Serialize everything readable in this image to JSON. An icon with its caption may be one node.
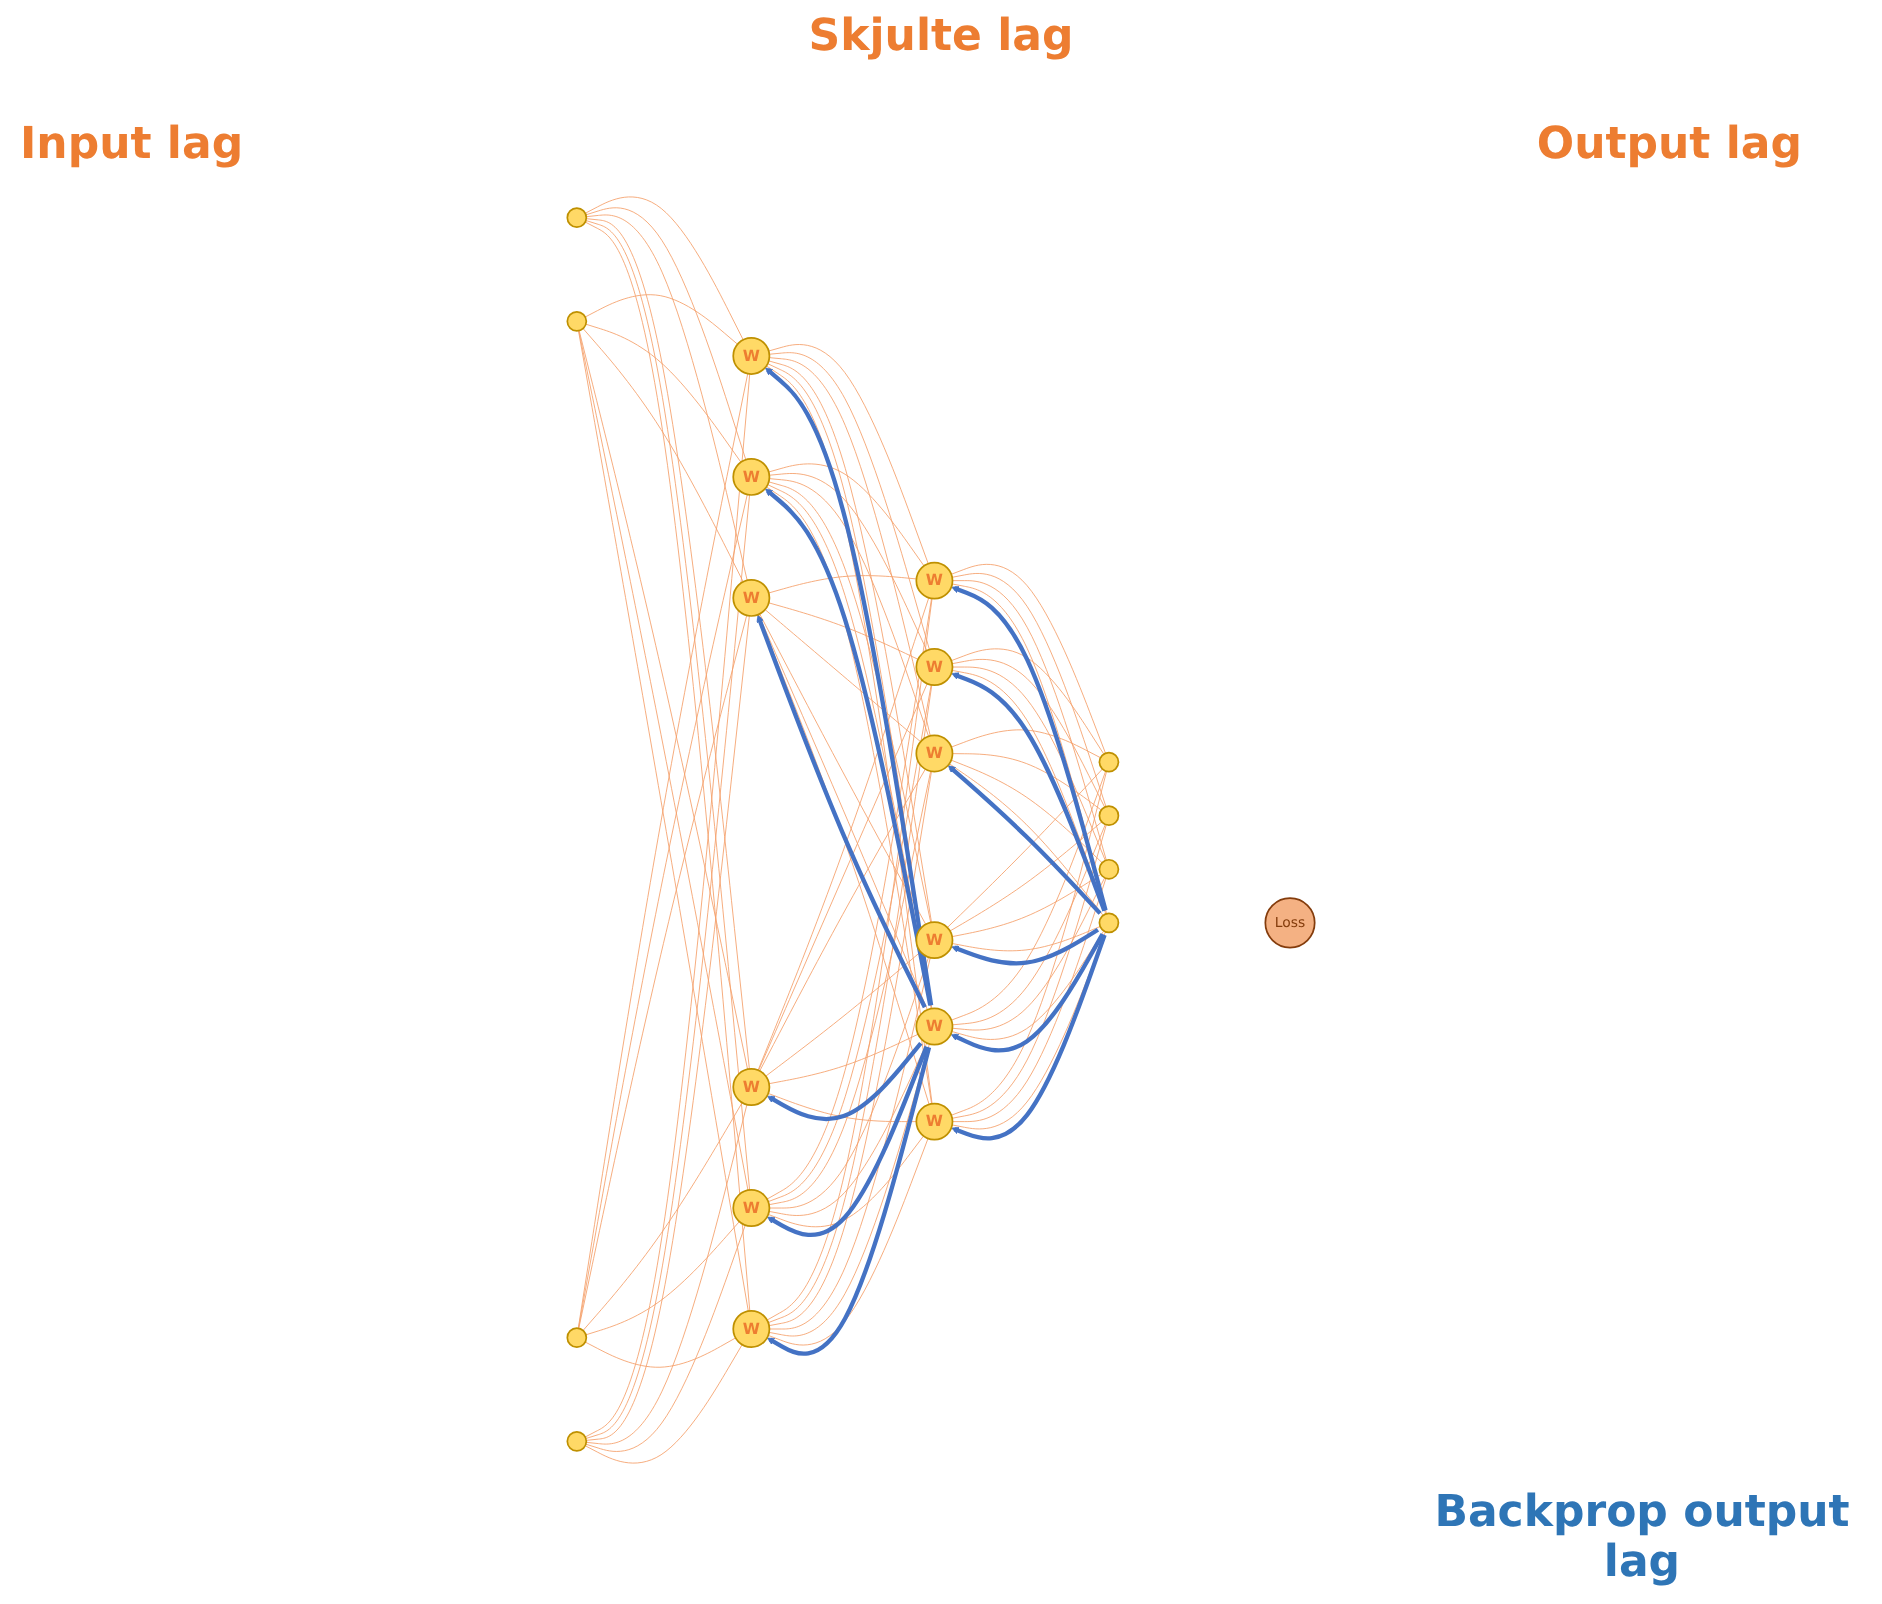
{
  "diagram": {
    "nodes": [
      {
        "text": [],
        "shape": "circle"
      },
      {
        "text": [],
        "shape": "circle"
      },
      {
        "text": [],
        "shape": "circle"
      },
      {
        "text": [],
        "shape": "circle"
      },
      {
        "text": [
          "W"
        ]
      },
      {
        "text": [
          "W"
        ]
      },
      {
        "text": [
          "W"
        ]
      },
      {
        "text": [
          "W"
        ]
      },
      {
        "text": [
          "W"
        ]
      },
      {
        "text": [
          "W"
        ]
      },
      {
        "text": [
          "W"
        ]
      },
      {
        "text": [
          "W"
        ]
      },
      {
        "text": [
          "W"
        ]
      },
      {
        "text": [
          "W"
        ]
      },
      {
        "text": [
          "W"
        ]
      },
      {
        "text": [
          "W"
        ]
      },
      {
        "text": [],
        "shape": "circle"
      },
      {
        "text": [],
        "shape": "circle"
      },
      {
        "text": [],
        "shape": "circle"
      },
      {
        "text": [],
        "shape": "circle"
      },
      {
        "text": [
          "Loss"
        ]
      }
    ],
    "edges": [
      {
        "from": 0,
        "to": 4,
        "arrow": "none"
      },
      {
        "from": 0,
        "to": 5,
        "arrow": "none"
      },
      {
        "from": 0,
        "to": 6,
        "arrow": "none"
      },
      {
        "from": 0,
        "to": 7,
        "arrow": "none"
      },
      {
        "from": 0,
        "to": 8,
        "arrow": "none"
      },
      {
        "from": 0,
        "to": 9,
        "arrow": "none"
      },
      {
        "from": 1,
        "to": 4,
        "arrow": "none"
      },
      {
        "from": 1,
        "to": 5,
        "arrow": "none"
      },
      {
        "from": 1,
        "to": 6,
        "arrow": "none"
      },
      {
        "from": 1,
        "to": 7,
        "arrow": "none"
      },
      {
        "from": 1,
        "to": 8,
        "arrow": "none"
      },
      {
        "from": 1,
        "to": 9,
        "arrow": "none"
      },
      {
        "from": 2,
        "to": 4,
        "arrow": "none"
      },
      {
        "from": 2,
        "to": 5,
        "arrow": "none"
      },
      {
        "from": 2,
        "to": 6,
        "arrow": "none"
      },
      {
        "from": 2,
        "to": 7,
        "arrow": "none"
      },
      {
        "from": 2,
        "to": 8,
        "arrow": "none"
      },
      {
        "from": 2,
        "to": 9,
        "arrow": "none"
      },
      {
        "from": 3,
        "to": 4,
        "arrow": "none"
      },
      {
        "from": 3,
        "to": 5,
        "arrow": "none"
      },
      {
        "from": 3,
        "to": 6,
        "arrow": "none"
      },
      {
        "from": 3,
        "to": 7,
        "arrow": "none"
      },
      {
        "from": 3,
        "to": 8,
        "arrow": "none"
      },
      {
        "from": 3,
        "to": 9,
        "arrow": "none"
      },
      {
        "from": 4,
        "to": 10,
        "arrow": "none"
      },
      {
        "from": 4,
        "to": 11,
        "arrow": "none"
      },
      {
        "from": 4,
        "to": 12,
        "arrow": "none"
      },
      {
        "from": 4,
        "to": 13,
        "arrow": "none"
      },
      {
        "from": 4,
        "to": 14,
        "arrow": "none"
      },
      {
        "from": 4,
        "to": 15,
        "arrow": "none"
      },
      {
        "from": 5,
        "to": 10,
        "arrow": "none"
      },
      {
        "from": 5,
        "to": 11,
        "arrow": "none"
      },
      {
        "from": 5,
        "to": 12,
        "arrow": "none"
      },
      {
        "from": 5,
        "to": 13,
        "arrow": "none"
      },
      {
        "from": 5,
        "to": 14,
        "arrow": "none"
      },
      {
        "from": 5,
        "to": 15,
        "arrow": "none"
      },
      {
        "from": 6,
        "to": 10,
        "arrow": "none"
      },
      {
        "from": 6,
        "to": 11,
        "arrow": "none"
      },
      {
        "from": 6,
        "to": 12,
        "arrow": "none"
      },
      {
        "from": 6,
        "to": 13,
        "arrow": "none"
      },
      {
        "from": 6,
        "to": 14,
        "arrow": "none"
      },
      {
        "from": 6,
        "to": 15,
        "arrow": "none"
      },
      {
        "from": 7,
        "to": 10,
        "arrow": "none"
      },
      {
        "from": 7,
        "to": 11,
        "arrow": "none"
      },
      {
        "from": 7,
        "to": 12,
        "arrow": "none"
      },
      {
        "from": 7,
        "to": 13,
        "arrow": "none"
      },
      {
        "from": 7,
        "to": 14,
        "arrow": "none"
      },
      {
        "from": 7,
        "to": 15,
        "arrow": "none"
      },
      {
        "from": 8,
        "to": 10,
        "arrow": "none"
      },
      {
        "from": 8,
        "to": 11,
        "arrow": "none"
      },
      {
        "from": 8,
        "to": 12,
        "arrow": "none"
      },
      {
        "from": 8,
        "to": 13,
        "arrow": "none"
      },
      {
        "from": 8,
        "to": 14,
        "arrow": "none"
      },
      {
        "from": 8,
        "to": 15,
        "arrow": "none"
      },
      {
        "from": 9,
        "to": 10,
        "arrow": "none"
      },
      {
        "from": 9,
        "to": 11,
        "arrow": "none"
      },
      {
        "from": 9,
        "to": 12,
        "arrow": "none"
      },
      {
        "from": 9,
        "to": 13,
        "arrow": "none"
      },
      {
        "from": 9,
        "to": 14,
        "arrow": "none"
      },
      {
        "from": 9,
        "to": 15,
        "arrow": "none"
      },
      {
        "from": 10,
        "to": 16,
        "arrow": "none"
      },
      {
        "from": 10,
        "to": 17,
        "arrow": "none"
      },
      {
        "from": 10,
        "to": 18,
        "arrow": "none"
      },
      {
        "from": 10,
        "to": 19,
        "arrow": "none"
      },
      {
        "from": 11,
        "to": 16,
        "arrow": "none"
      },
      {
        "from": 11,
        "to": 17,
        "arrow": "none"
      },
      {
        "from": 11,
        "to": 18,
        "arrow": "none"
      },
      {
        "from": 11,
        "to": 19,
        "arrow": "none"
      },
      {
        "from": 12,
        "to": 16,
        "arrow": "none"
      },
      {
        "from": 12,
        "to": 17,
        "arrow": "none"
      },
      {
        "from": 12,
        "to": 18,
        "arrow": "none"
      },
      {
        "from": 12,
        "to": 19,
        "arrow": "none"
      },
      {
        "from": 13,
        "to": 16,
        "arrow": "none"
      },
      {
        "from": 13,
        "to": 17,
        "arrow": "none"
      },
      {
        "from": 13,
        "to": 18,
        "arrow": "none"
      },
      {
        "from": 13,
        "to": 19,
        "arrow": "none"
      },
      {
        "from": 14,
        "to": 16,
        "arrow": "none"
      },
      {
        "from": 14,
        "to": 17,
        "arrow": "none"
      },
      {
        "from": 14,
        "to": 18,
        "arrow": "none"
      },
      {
        "from": 14,
        "to": 19,
        "arrow": "none"
      },
      {
        "from": 15,
        "to": 16,
        "arrow": "none"
      },
      {
        "from": 15,
        "to": 17,
        "arrow": "none"
      },
      {
        "from": 15,
        "to": 18,
        "arrow": "none"
      },
      {
        "from": 15,
        "to": 19,
        "arrow": "none"
      },
      {
        "from": 19,
        "to": 10,
        "arrow": "to",
        "style": "thick",
        "color": "#4472c4"
      },
      {
        "from": 19,
        "to": 11,
        "arrow": "to",
        "style": "thick",
        "color": "#4472c4"
      },
      {
        "from": 19,
        "to": 12,
        "arrow": "to",
        "style": "thick",
        "color": "#4472c4"
      },
      {
        "from": 19,
        "to": 13,
        "arrow": "to",
        "style": "thick",
        "color": "#4472c4"
      },
      {
        "from": 19,
        "to": 14,
        "arrow": "to",
        "style": "thick",
        "color": "#4472c4"
      },
      {
        "from": 19,
        "to": 15,
        "arrow": "to",
        "style": "thick",
        "color": "#4472c4"
      },
      {
        "from": 14,
        "to": 4,
        "arrow": "to",
        "style": "thick",
        "color": "#4472c4"
      },
      {
        "from": 14,
        "to": 5,
        "arrow": "to",
        "style": "thick",
        "color": "#4472c4"
      },
      {
        "from": 14,
        "to": 6,
        "arrow": "to",
        "style": "thick",
        "color": "#4472c4"
      },
      {
        "from": 14,
        "to": 7,
        "arrow": "to",
        "style": "thick",
        "color": "#4472c4"
      },
      {
        "from": 14,
        "to": 8,
        "arrow": "to",
        "style": "thick",
        "color": "#4472c4"
      },
      {
        "from": 14,
        "to": 9,
        "arrow": "to",
        "style": "thick",
        "color": "#4472c4"
      }
    ],
    "labels": [
      "Skjulte lag",
      "Input lag",
      "Output lag",
      "Backprop output lag"
    ]
  }
}
